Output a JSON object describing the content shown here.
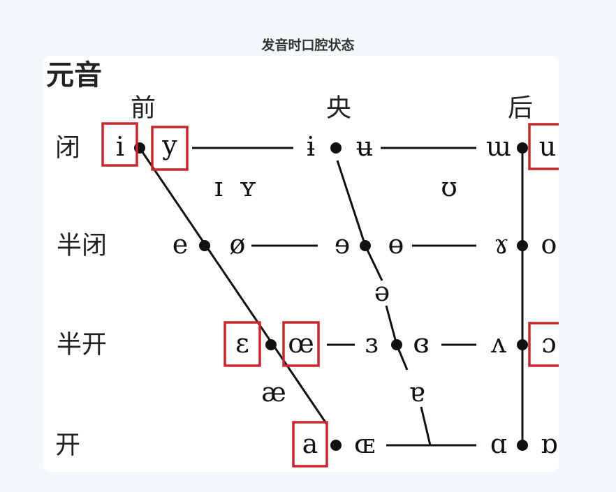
{
  "page": {
    "title": "发音时口腔状态"
  },
  "chart": {
    "heading": "元音",
    "columns": {
      "front": "前",
      "central": "央",
      "back": "后"
    },
    "rows": {
      "close": "闭",
      "close_mid": "半闭",
      "open_mid": "半开",
      "open": "开"
    },
    "symbols": {
      "i": "i",
      "y": "y",
      "barred_i": "ɨ",
      "barred_u": "ʉ",
      "turned_m": "ɯ",
      "u": "u",
      "small_i": "ɪ",
      "small_y": "ʏ",
      "upsilon": "ʊ",
      "e": "e",
      "o_slash": "ø",
      "rev_e": "ɘ",
      "barred_o": "ɵ",
      "rams_horn": "ɤ",
      "o": "o",
      "schwa": "ə",
      "epsilon": "ɛ",
      "oe": "œ",
      "rev_epsilon": "ɜ",
      "closed_rev_epsilon": "ɞ",
      "turned_v": "ʌ",
      "open_o": "ɔ",
      "ash": "æ",
      "turned_a": "ɐ",
      "a": "a",
      "small_oe": "ɶ",
      "script_a": "ɑ",
      "turned_script_a": "ɒ"
    },
    "highlighted": [
      "i",
      "y",
      "u",
      "ɛ",
      "œ",
      "ɔ",
      "a"
    ],
    "highlight_color": "#c8262b"
  }
}
